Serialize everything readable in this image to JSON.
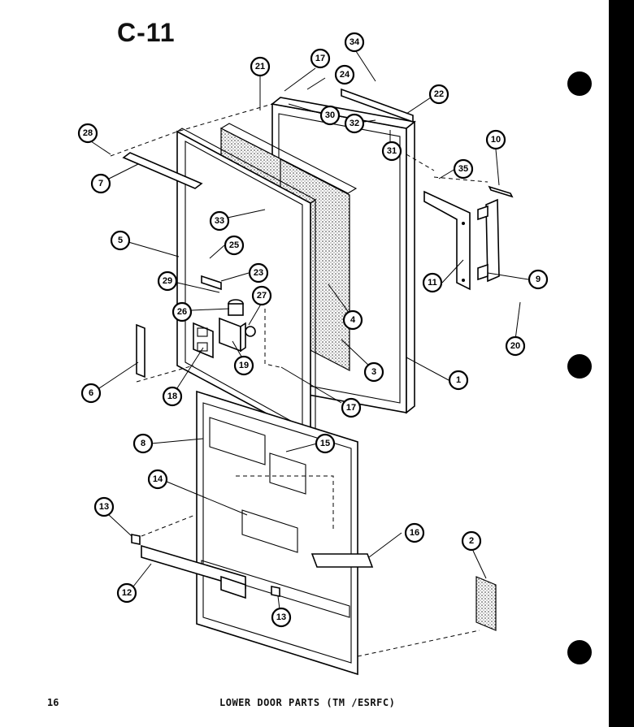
{
  "title": "C-11",
  "page_number": "16",
  "caption": "LOWER DOOR PARTS (TM /ESRFC)",
  "callouts": [
    {
      "label": "21"
    },
    {
      "label": "17"
    },
    {
      "label": "34"
    },
    {
      "label": "24"
    },
    {
      "label": "22"
    },
    {
      "label": "30"
    },
    {
      "label": "32"
    },
    {
      "label": "31"
    },
    {
      "label": "28"
    },
    {
      "label": "7"
    },
    {
      "label": "10"
    },
    {
      "label": "35"
    },
    {
      "label": "33"
    },
    {
      "label": "5"
    },
    {
      "label": "25"
    },
    {
      "label": "23"
    },
    {
      "label": "29"
    },
    {
      "label": "27"
    },
    {
      "label": "26"
    },
    {
      "label": "4"
    },
    {
      "label": "11"
    },
    {
      "label": "9"
    },
    {
      "label": "20"
    },
    {
      "label": "18"
    },
    {
      "label": "19"
    },
    {
      "label": "3"
    },
    {
      "label": "1"
    },
    {
      "label": "17"
    },
    {
      "label": "6"
    },
    {
      "label": "8"
    },
    {
      "label": "15"
    },
    {
      "label": "14"
    },
    {
      "label": "13"
    },
    {
      "label": "16"
    },
    {
      "label": "2"
    },
    {
      "label": "12"
    },
    {
      "label": "13"
    }
  ]
}
